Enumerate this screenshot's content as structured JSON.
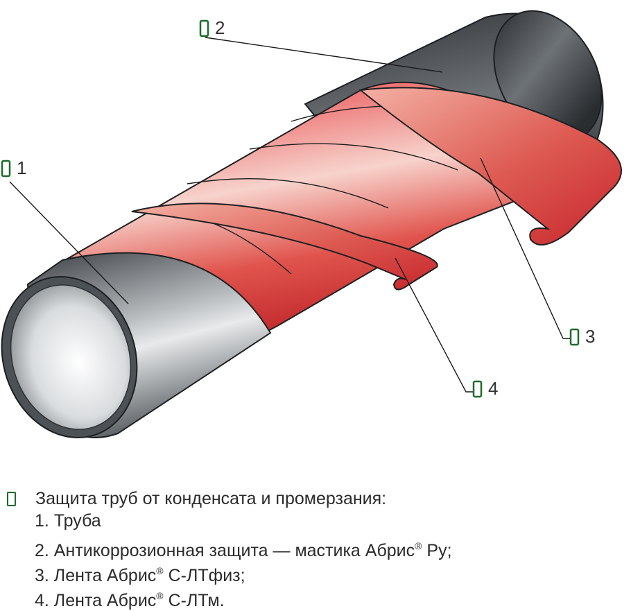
{
  "callouts": [
    {
      "number": "1",
      "target": "pipe"
    },
    {
      "number": "2",
      "target": "anticorrosion-mastic"
    },
    {
      "number": "3",
      "target": "tape-s-ltfiz"
    },
    {
      "number": "4",
      "target": "tape-s-ltm"
    }
  ],
  "legend": {
    "title": "Защита труб от конденсата и промерзания:",
    "items": [
      {
        "text": "1. Труба",
        "sup": "",
        "suffix": ""
      },
      {
        "text": "2. Антикоррозионная защита — мастика Абрис",
        "sup": "®",
        "suffix": " Ру;"
      },
      {
        "text": "3. Лента Абрис",
        "sup": "®",
        "suffix": " С-ЛТфиз;"
      },
      {
        "text": "4. Лента Абрис",
        "sup": "®",
        "suffix": " С-ЛТм."
      }
    ]
  },
  "colors": {
    "pipe_gray": "#5a5f63",
    "mastic_dark": "#3a3d40",
    "tape_red": "#d3262e",
    "tape_light": "#f6c2b8",
    "marker_green": "#1c6b2a"
  }
}
